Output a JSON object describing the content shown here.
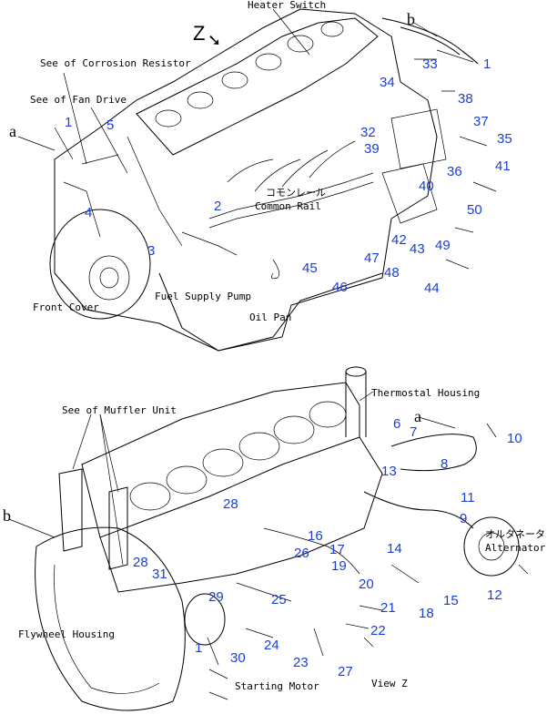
{
  "labels": {
    "heater_switch": "Heater Switch",
    "view_z_marker": "Z",
    "corrosion_resistor": "See of Corrosion Resistor",
    "fan_drive": "See of Fan Drive",
    "arrow_a": "a",
    "arrow_b": "b",
    "front_cover": "Front Cover",
    "fuel_supply_pump": "Fuel Supply Pump",
    "oil_pan": "Oil Pan",
    "common_rail": "Common Rail",
    "common_rail_jp": "コモンレール",
    "thermostat_housing": "Thermostal Housing",
    "muffler_unit": "See of Muffler Unit",
    "alternator": "Alternator",
    "alternator_jp": "オルタネータ",
    "flywheel_housing": "Flywheel Housing",
    "starting_motor": "Starting Motor",
    "view_z": "View Z"
  },
  "callouts_top": [
    "1",
    "33",
    "34",
    "38",
    "37",
    "35",
    "32",
    "39",
    "36",
    "41",
    "40",
    "50",
    "42",
    "43",
    "49",
    "47",
    "48",
    "45",
    "46",
    "44",
    "2",
    "3",
    "4",
    "5",
    "1"
  ],
  "callouts_bottom": [
    "10",
    "6",
    "7",
    "8",
    "13",
    "11",
    "9",
    "14",
    "15",
    "12",
    "18",
    "16",
    "17",
    "19",
    "26",
    "20",
    "21",
    "22",
    "23",
    "27",
    "28",
    "28",
    "31",
    "29",
    "25",
    "24",
    "30",
    "1"
  ]
}
